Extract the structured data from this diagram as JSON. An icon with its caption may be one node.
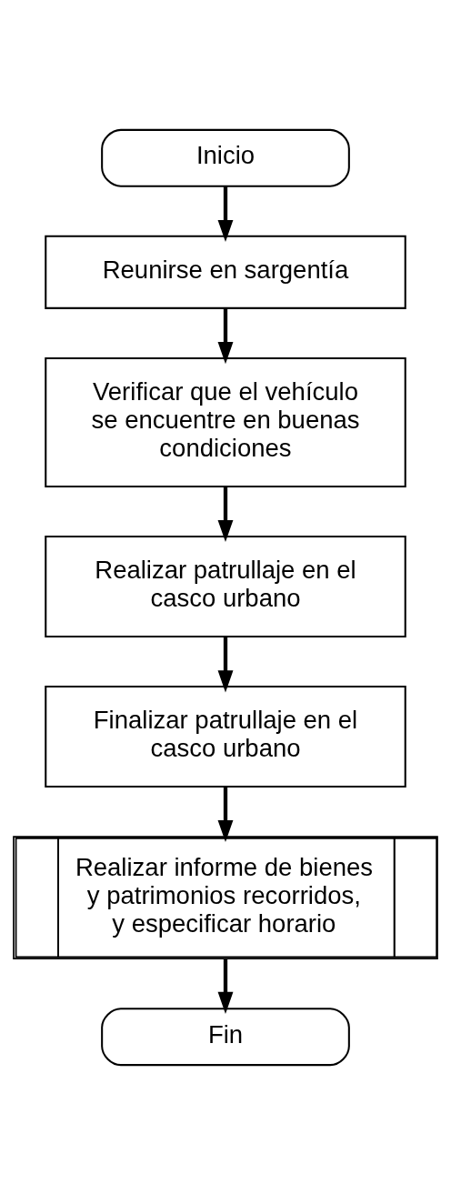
{
  "diagram": {
    "nodes": [
      {
        "text": [
          "Inicio"
        ]
      },
      {
        "text": [
          "Reunirse en sargentía"
        ]
      },
      {
        "text": [
          "Verificar que el vehículo se encuentre en buenas condiciones"
        ]
      },
      {
        "text": [
          "Realizar patrullaje en el casco urbano"
        ]
      },
      {
        "text": [
          "Finalizar patrullaje en el casco urbano"
        ]
      },
      {
        "text": [
          "Realizar informe de bienes y patrimonios recorridos, y especificar horario"
        ]
      },
      {
        "text": [
          "Fin"
        ]
      }
    ],
    "edges": [
      {
        "from": 0,
        "to": 1,
        "arrow": "to"
      },
      {
        "from": 1,
        "to": 2,
        "arrow": "to"
      },
      {
        "from": 2,
        "to": 3,
        "arrow": "to"
      },
      {
        "from": 3,
        "to": 4,
        "arrow": "to"
      },
      {
        "from": 4,
        "to": 5,
        "arrow": "to"
      },
      {
        "from": 5,
        "to": 6,
        "arrow": "to"
      }
    ]
  }
}
